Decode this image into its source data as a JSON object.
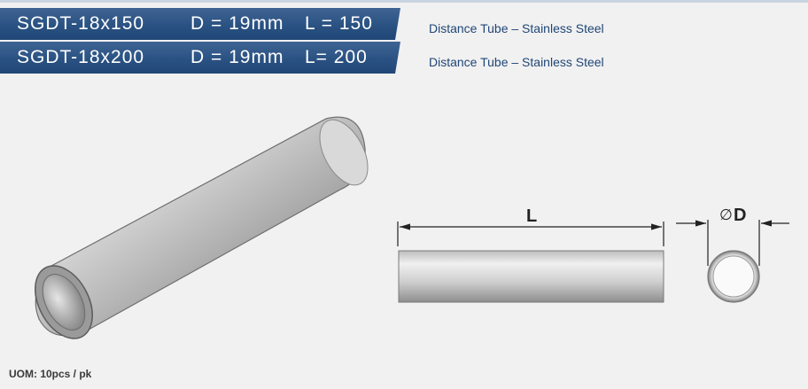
{
  "products": [
    {
      "code": "SGDT-18x150",
      "diameter": "D = 19mm",
      "length": "L = 150",
      "description": "Distance Tube – Stainless Steel"
    },
    {
      "code": "SGDT-18x200",
      "diameter": "D = 19mm",
      "length": "L= 200",
      "description": "Distance Tube – Stainless Steel"
    }
  ],
  "drawing": {
    "length_label": "L",
    "diameter_symbol": "∅",
    "diameter_label": "D"
  },
  "uom": "UOM: 10pcs / pk",
  "colors": {
    "bar": "#2a5282",
    "description_text": "#1f4676",
    "background": "#f1f1f1"
  }
}
